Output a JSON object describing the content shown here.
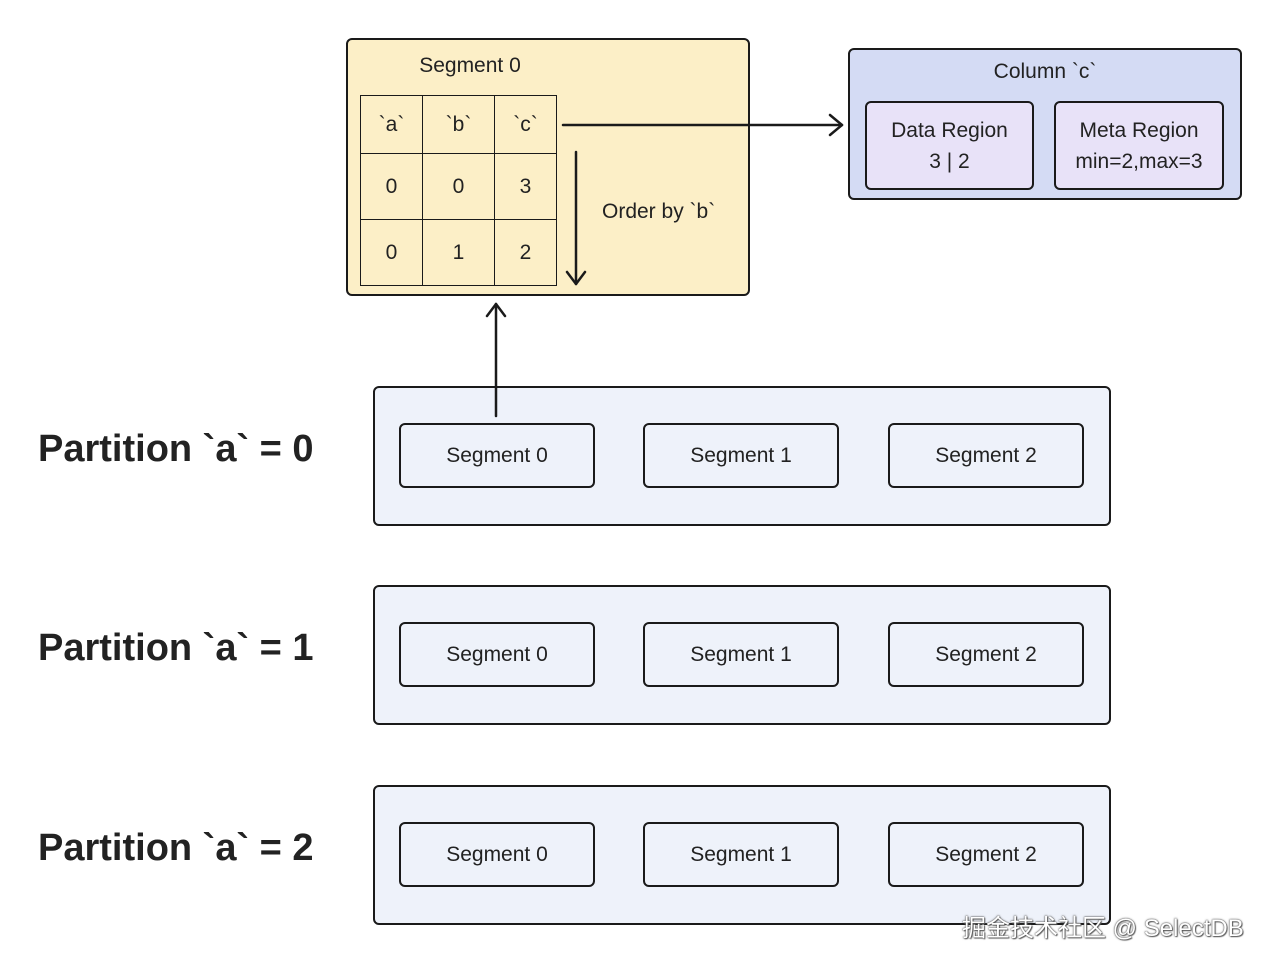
{
  "segment_detail": {
    "title": "Segment 0",
    "table": {
      "headers": [
        "`a`",
        "`b`",
        "`c`"
      ],
      "rows": [
        [
          "0",
          "0",
          "3"
        ],
        [
          "0",
          "1",
          "2"
        ]
      ]
    },
    "order_label": "Order by `b`"
  },
  "column_box": {
    "title": "Column `c`",
    "data_region": {
      "title": "Data Region",
      "value": "3 | 2"
    },
    "meta_region": {
      "title": "Meta Region",
      "value": "min=2,max=3"
    }
  },
  "partitions": [
    {
      "label": "Partition `a` = 0",
      "segments": [
        "Segment 0",
        "Segment 1",
        "Segment 2"
      ]
    },
    {
      "label": "Partition `a` = 1",
      "segments": [
        "Segment 0",
        "Segment 1",
        "Segment 2"
      ]
    },
    {
      "label": "Partition `a` = 2",
      "segments": [
        "Segment 0",
        "Segment 1",
        "Segment 2"
      ]
    }
  ],
  "watermark": "掘金技术社区 @ SelectDB",
  "colors": {
    "segment_fill": "#fcefc7",
    "column_fill": "#d4dbf4",
    "region_fill": "#e8e2f8",
    "partition_fill": "#eef2fa",
    "stroke": "#1a1a1a"
  }
}
